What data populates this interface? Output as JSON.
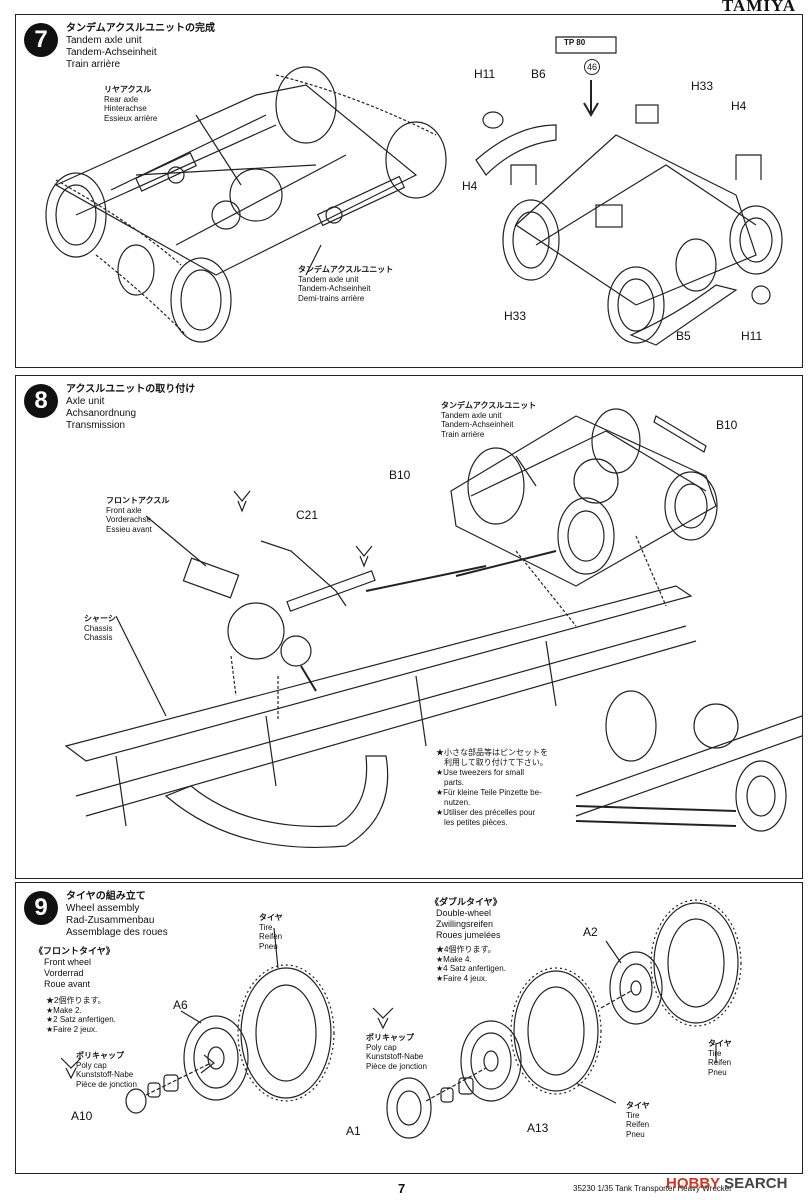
{
  "brand": "TAMIYA",
  "page_number": "7",
  "model_line": "35230  1/35 Tank Transporter Heavy Wrecker",
  "watermark": {
    "hobby": "HOBBY",
    "search": "SEARCH"
  },
  "step7": {
    "number": "7",
    "title_ja": "タンデムアクスルユニットの完成",
    "title_en": "Tandem axle unit",
    "title_de": "Tandem-Achseinheit",
    "title_fr": "Train arrière",
    "rear_axle": {
      "ja": "リヤアクスル",
      "en": "Rear axle",
      "de": "Hinterachse",
      "fr": "Essieux arrière"
    },
    "tandem_label": {
      "ja": "タンデムアクスルユニット",
      "en": "Tandem axle unit",
      "de": "Tandem-Achseinheit",
      "fr": "Demi-trains arrière"
    },
    "parts": {
      "h11a": "H11",
      "b6": "B6",
      "h4a": "H4",
      "h33a": "H33",
      "h4b": "H4",
      "h33b": "H33",
      "b5": "B5",
      "h11b": "H11",
      "callout": "46",
      "tp": "TP 80"
    }
  },
  "step8": {
    "number": "8",
    "title_ja": "アクスルユニットの取り付け",
    "title_en": "Axle unit",
    "title_de": "Achsanordnung",
    "title_fr": "Transmission",
    "front_axle": {
      "ja": "フロントアクスル",
      "en": "Front axle",
      "de": "Vorderachse",
      "fr": "Essieu avant"
    },
    "chassis": {
      "ja": "シャーシ",
      "en": "Chassis",
      "de": "Chassis",
      "fr": "Châssis"
    },
    "tandem": {
      "ja": "タンデムアクスルユニット",
      "en": "Tandem axle unit",
      "de": "Tandem-Achseinheit",
      "fr": "Train arrière"
    },
    "parts": {
      "c21": "C21",
      "b10a": "B10",
      "b10b": "B10"
    },
    "note": {
      "ja1": "★小さな部品等はピンセットを",
      "ja2": "利用して取り付けて下さい。",
      "en1": "★Use tweezers for small",
      "en2": "parts.",
      "de1": "★Für kleine Teile Pinzette be-",
      "de2": "nutzen.",
      "fr1": "★Utiliser des précelles pour",
      "fr2": "les petites pièces."
    }
  },
  "step9": {
    "number": "9",
    "title_ja": "タイヤの組み立て",
    "title_en": "Wheel assembly",
    "title_de": "Rad-Zusammenbau",
    "title_fr": "Assemblage des roues",
    "front": {
      "ja": "《フロントタイヤ》",
      "en": "Front wheel",
      "de": "Vorderrad",
      "fr": "Roue avant",
      "make_ja": "★2個作ります。",
      "make_en": "★Make 2.",
      "make_de": "★2 Satz anfertigen.",
      "make_fr": "★Faire 2 jeux."
    },
    "double": {
      "ja": "《ダブルタイヤ》",
      "en": "Double-wheel",
      "de": "Zwillingsreifen",
      "fr": "Roues jumelées",
      "make_ja": "★4個作ります。",
      "make_en": "★Make 4.",
      "make_de": "★4 Satz anfertigen.",
      "make_fr": "★Faire 4 jeux."
    },
    "polycap": {
      "ja": "ポリキャップ",
      "en": "Poly cap",
      "de": "Kunststoff-Nabe",
      "fr": "Pièce de jonction"
    },
    "tire": {
      "ja": "タイヤ",
      "en": "Tire",
      "de": "Reifen",
      "fr": "Pneu"
    },
    "parts": {
      "a6": "A6",
      "a10": "A10",
      "a2": "A2",
      "a1": "A1",
      "a13": "A13"
    }
  }
}
